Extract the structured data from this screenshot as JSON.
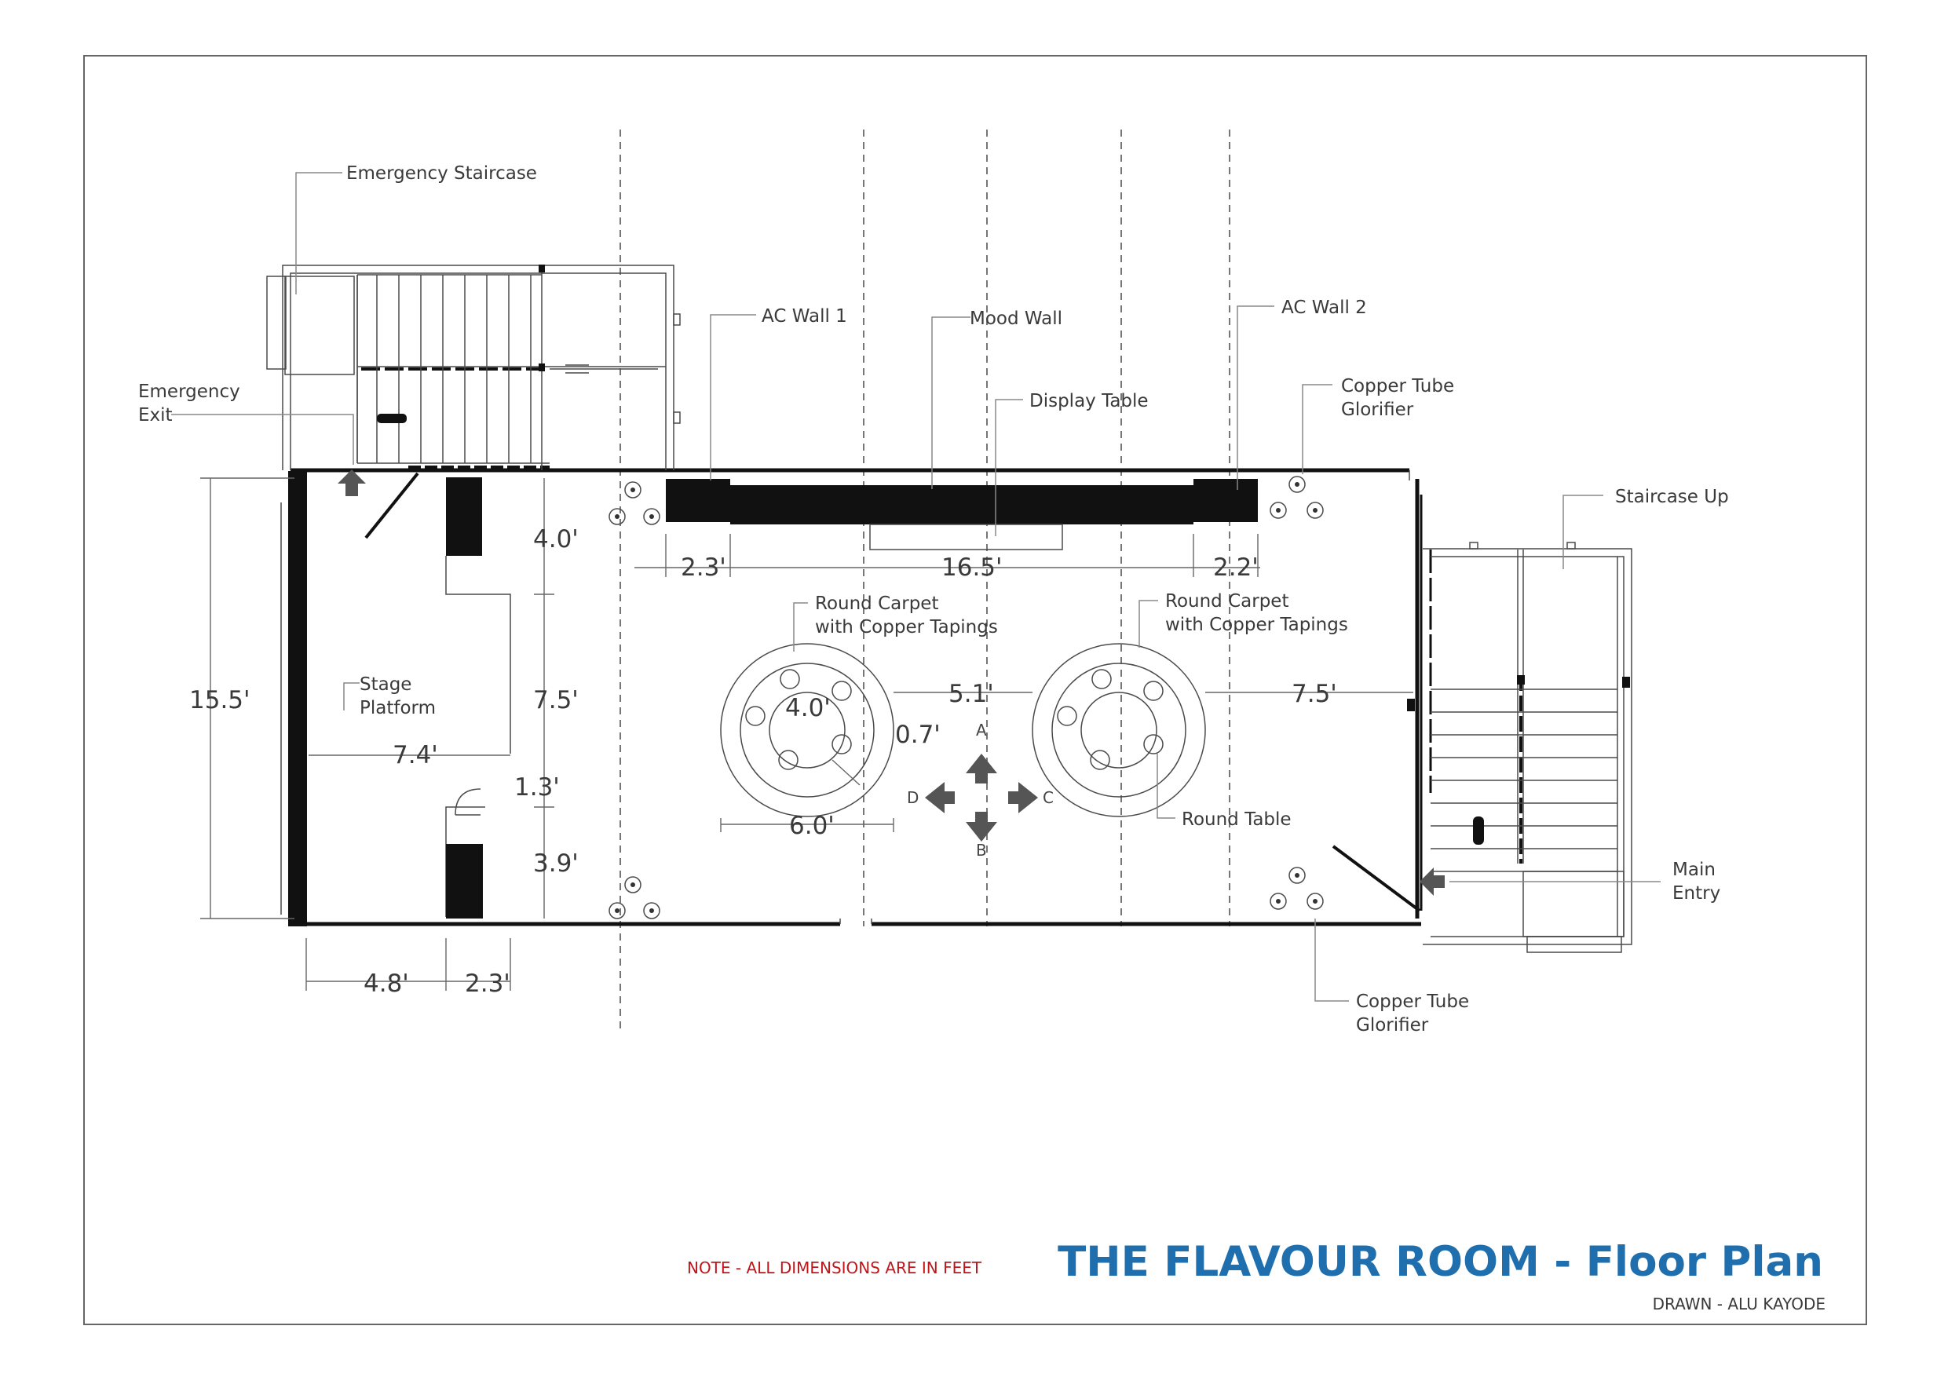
{
  "title": "THE FLAVOUR ROOM - Floor Plan",
  "note": "NOTE - ALL DIMENSIONS ARE IN FEET",
  "drawn_by": "DRAWN - ALU KAYODE",
  "labels": {
    "emergency_staircase": "Emergency Staircase",
    "emergency_exit_1": "Emergency",
    "emergency_exit_2": "Exit",
    "ac_wall_1": "AC Wall 1",
    "mood_wall": "Mood Wall",
    "ac_wall_2": "AC Wall 2",
    "display_table": "Display Table",
    "copper_tube_top_1": "Copper Tube",
    "copper_tube_top_2": "Glorifier",
    "staircase_up": "Staircase Up",
    "stage_platform_1": "Stage",
    "stage_platform_2": "Platform",
    "round_carpet_left_1": "Round Carpet",
    "round_carpet_left_2": "with Copper Tapings",
    "round_carpet_right_1": "Round Carpet",
    "round_carpet_right_2": "with Copper Tapings",
    "round_table": "Round Table",
    "main_entry_1": "Main",
    "main_entry_2": "Entry",
    "copper_tube_bottom_1": "Copper Tube",
    "copper_tube_bottom_2": "Glorifier"
  },
  "dimensions": {
    "total_width": "15.5'",
    "upper_stage": "4.0'",
    "middle_stage": "7.5'",
    "lower_stage": "3.9'",
    "gap": "1.3'",
    "stage_depth": "7.4'",
    "bottom_left": "4.8'",
    "bottom_right": "2.3'",
    "ac_left": "2.3'",
    "mood_wall": "16.5'",
    "ac_right": "2.2'",
    "table_diameter": "4.0'",
    "carpet_diameter": "6.0'",
    "table_offset": "0.7'",
    "carpet_gap": "5.1'",
    "to_entry": "7.5'"
  },
  "compass": {
    "a": "A",
    "b": "B",
    "c": "C",
    "d": "D"
  },
  "colors": {
    "title": "#1f6fae",
    "note": "#c0161b",
    "wall": "#111111"
  }
}
